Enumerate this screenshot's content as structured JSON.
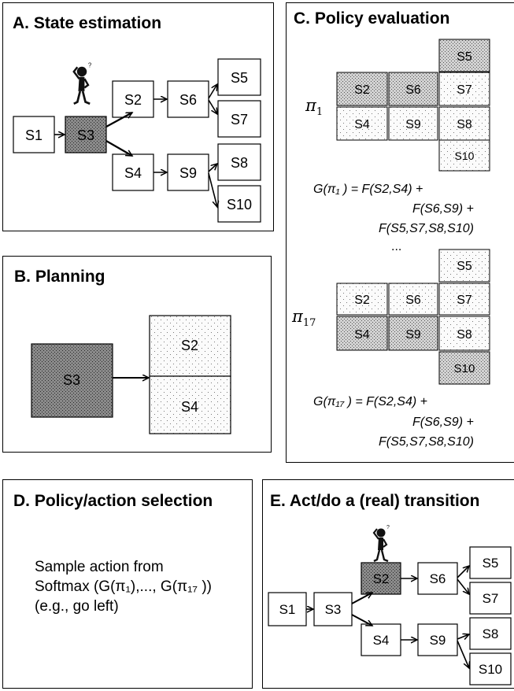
{
  "panelA": {
    "title": "A. State estimation",
    "states": {
      "s1": "S1",
      "s2": "S2",
      "s3": "S3",
      "s4": "S4",
      "s5": "S5",
      "s6": "S6",
      "s7": "S7",
      "s8": "S8",
      "s9": "S9",
      "s10": "S10"
    }
  },
  "panelB": {
    "title": "B. Planning",
    "states": {
      "s3": "S3",
      "s2": "S2",
      "s4": "S4"
    }
  },
  "panelC": {
    "title": "C. Policy evaluation",
    "policy1": {
      "symbol": "π",
      "subscript": "1",
      "cells": {
        "s5": "S5",
        "s2": "S2",
        "s6": "S6",
        "s7": "S7",
        "s4": "S4",
        "s9": "S9",
        "s8": "S8",
        "s10": "S10"
      },
      "formula": [
        "G(π₁ ) =  F(S2,S4) +",
        "F(S6,S9) +",
        "F(S5,S7,S8,S10)"
      ]
    },
    "ellipsis": "...",
    "policy17": {
      "symbol": "π",
      "subscript": "17",
      "cells": {
        "s5": "S5",
        "s2": "S2",
        "s6": "S6",
        "s7": "S7",
        "s4": "S4",
        "s9": "S9",
        "s8": "S8",
        "s10": "S10"
      },
      "formula": [
        "G(π₁₇ )  =  F(S2,S4) +",
        "F(S6,S9) +",
        "F(S5,S7,S8,S10)"
      ]
    }
  },
  "panelD": {
    "title": "D. Policy/action selection",
    "lines": [
      "Sample action from",
      "Softmax (G(π₁),..., G(π₁₇ ))",
      "(e.g., go left)"
    ]
  },
  "panelE": {
    "title": "E. Act/do a (real) transition",
    "states": {
      "s1": "S1",
      "s2": "S2",
      "s3": "S3",
      "s4": "S4",
      "s5": "S5",
      "s6": "S6",
      "s7": "S7",
      "s8": "S8",
      "s9": "S9",
      "s10": "S10"
    }
  },
  "colors": {
    "current_state": "#7a7a7a",
    "dotted_fill": "#f4f4f4",
    "dense_fill": "#bdbdbd",
    "border": "#000000"
  }
}
